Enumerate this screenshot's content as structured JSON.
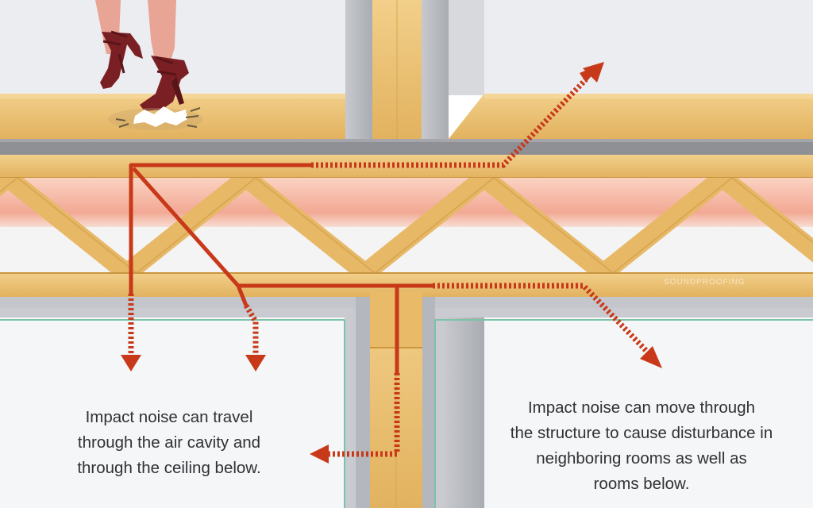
{
  "captions": {
    "air_cavity": "Impact noise can travel\nthrough the air cavity and\nthrough the ceiling below.",
    "structure": "Impact noise can move through\nthe structure to cause disturbance in\nneighboring rooms as well as\nrooms below."
  },
  "watermark": "SOUNDPROOFING",
  "colors": {
    "wood": "#ecc276",
    "wood_dark": "#c9953f",
    "wall_gray": "#b9bcc2",
    "subfloor_gray": "#8e9096",
    "room_bg": "#eef0f3",
    "insulation_pink": "#f3b6a2",
    "noise_path": "#c8391a",
    "heel": "#7a1f24",
    "skin": "#e8a596"
  },
  "icons": [
    "high-heel-shoes",
    "impact-burst",
    "arrow-down",
    "arrow-left",
    "arrow-up-right",
    "arrow-down-right"
  ]
}
